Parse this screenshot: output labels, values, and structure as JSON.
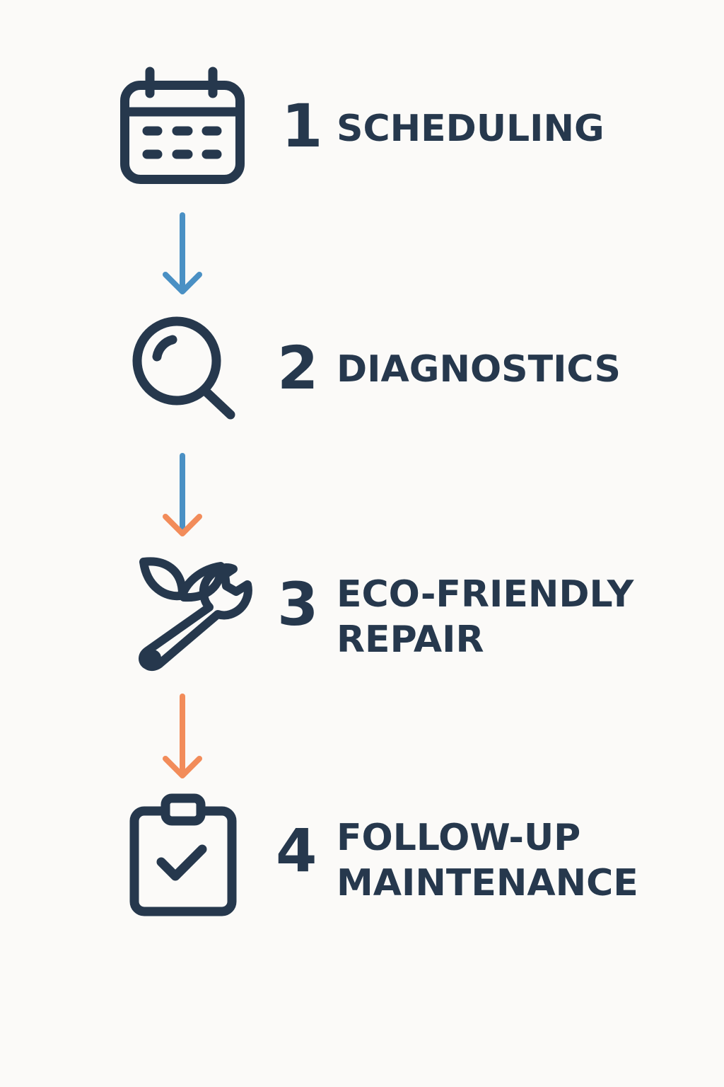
{
  "colors": {
    "background": "#fbfaf8",
    "ink": "#26384d",
    "arrow_blue": "#4a90c4",
    "arrow_orange": "#f28c5a"
  },
  "steps": [
    {
      "number": "1",
      "label_lines": [
        "SCHEDULING"
      ],
      "icon": "calendar-icon"
    },
    {
      "number": "2",
      "label_lines": [
        "DIAGNOSTICS"
      ],
      "icon": "magnifier-icon"
    },
    {
      "number": "3",
      "label_lines": [
        "ECO-FRIENDLY",
        "REPAIR"
      ],
      "icon": "leaf-wrench-icon"
    },
    {
      "number": "4",
      "label_lines": [
        "FOLLOW-UP",
        "MAINTENANCE"
      ],
      "icon": "clipboard-check-icon"
    }
  ],
  "connectors": [
    {
      "from": "1",
      "to": "2",
      "shaft_color": "#4a90c4",
      "head_color": "#4a90c4"
    },
    {
      "from": "2",
      "to": "3",
      "shaft_color": "#4a90c4",
      "head_color": "#f28c5a"
    },
    {
      "from": "3",
      "to": "4",
      "shaft_color": "#f28c5a",
      "head_color": "#f28c5a"
    }
  ]
}
